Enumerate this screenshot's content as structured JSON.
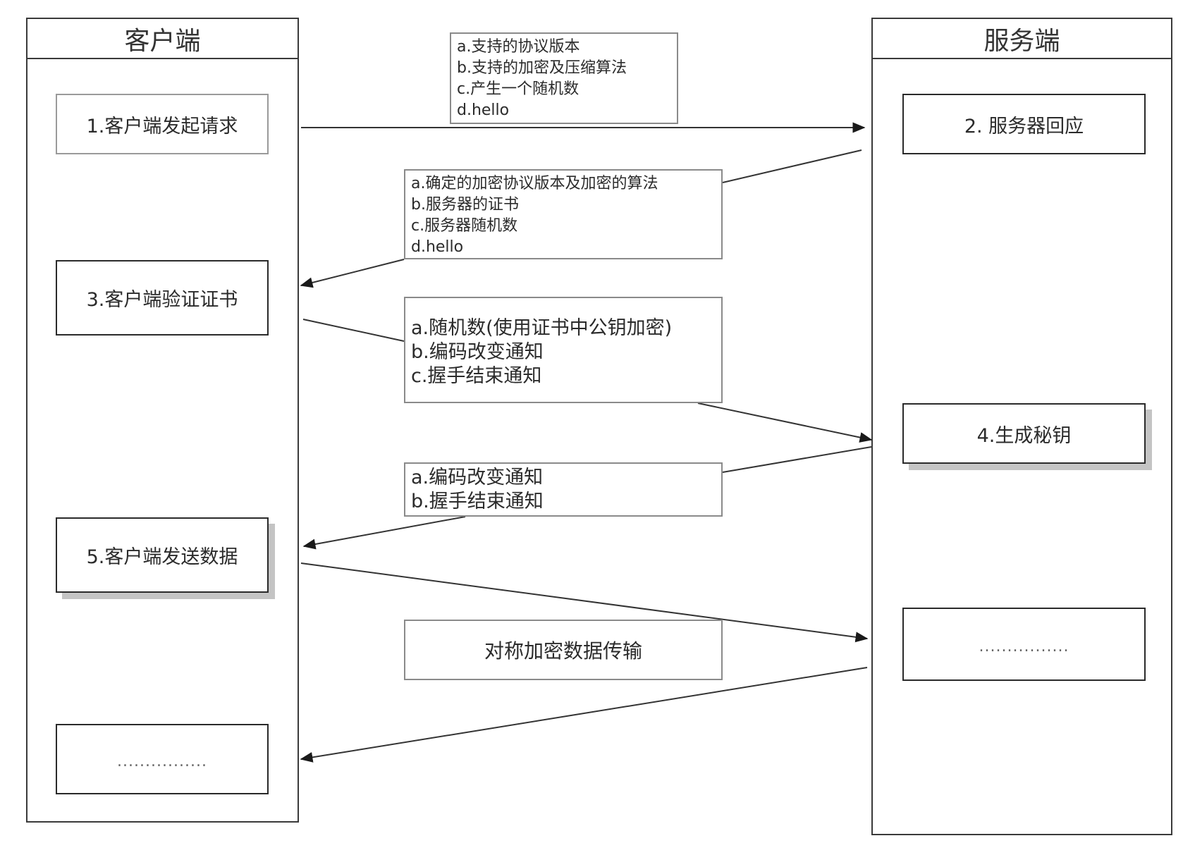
{
  "client": {
    "title": "客户端",
    "steps": [
      "1.客户端发起请求",
      "3.客户端验证证书",
      "5.客户端发送数据",
      "................"
    ]
  },
  "server": {
    "title": "服务端",
    "steps": [
      "2. 服务器回应",
      "4.生成秘钥",
      "................"
    ]
  },
  "messages": {
    "m1": [
      "a.支持的协议版本",
      "b.支持的加密及压缩算法",
      "c.产生一个随机数",
      "d.hello"
    ],
    "m2": [
      "a.确定的加密协议版本及加密的算法",
      "b.服务器的证书",
      "c.服务器随机数",
      "d.hello"
    ],
    "m3": [
      "a.随机数(使用证书中公钥加密)",
      "b.编码改变通知",
      "c.握手结束通知"
    ],
    "m4": [
      "a.编码改变通知",
      "b.握手结束通知"
    ],
    "m5": "对称加密数据传输"
  }
}
